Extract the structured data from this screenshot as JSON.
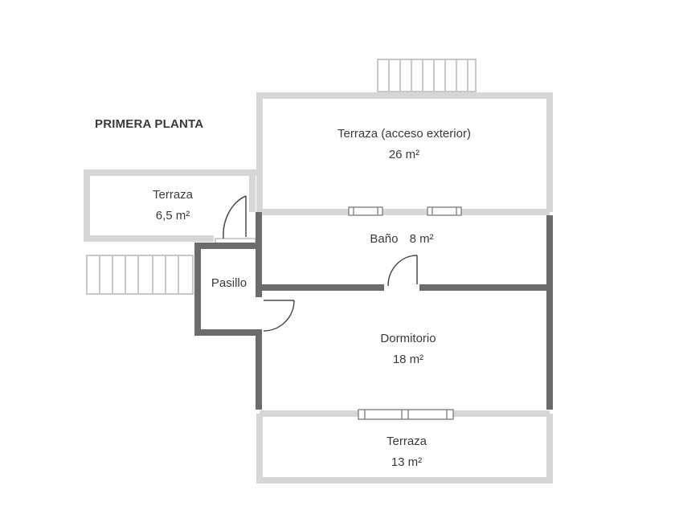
{
  "plan": {
    "title": "PRIMERA PLANTA",
    "colors": {
      "light_wall": "#d6d6d6",
      "dark_wall": "#6b6b6b",
      "stairs": "#c8c8c8",
      "text": "#3a3a3a"
    },
    "rooms": [
      {
        "id": "terraza-exterior",
        "name": "Terraza (acceso exterior)",
        "area": "26 m²"
      },
      {
        "id": "terraza-small",
        "name": "Terraza",
        "area": "6,5 m²"
      },
      {
        "id": "bano",
        "name": "Baño",
        "area": "8 m²"
      },
      {
        "id": "pasillo",
        "name": "Pasillo",
        "area": ""
      },
      {
        "id": "dormitorio",
        "name": "Dormitorio",
        "area": "18 m²"
      },
      {
        "id": "terraza-bottom",
        "name": "Terraza",
        "area": "13 m²"
      }
    ]
  }
}
